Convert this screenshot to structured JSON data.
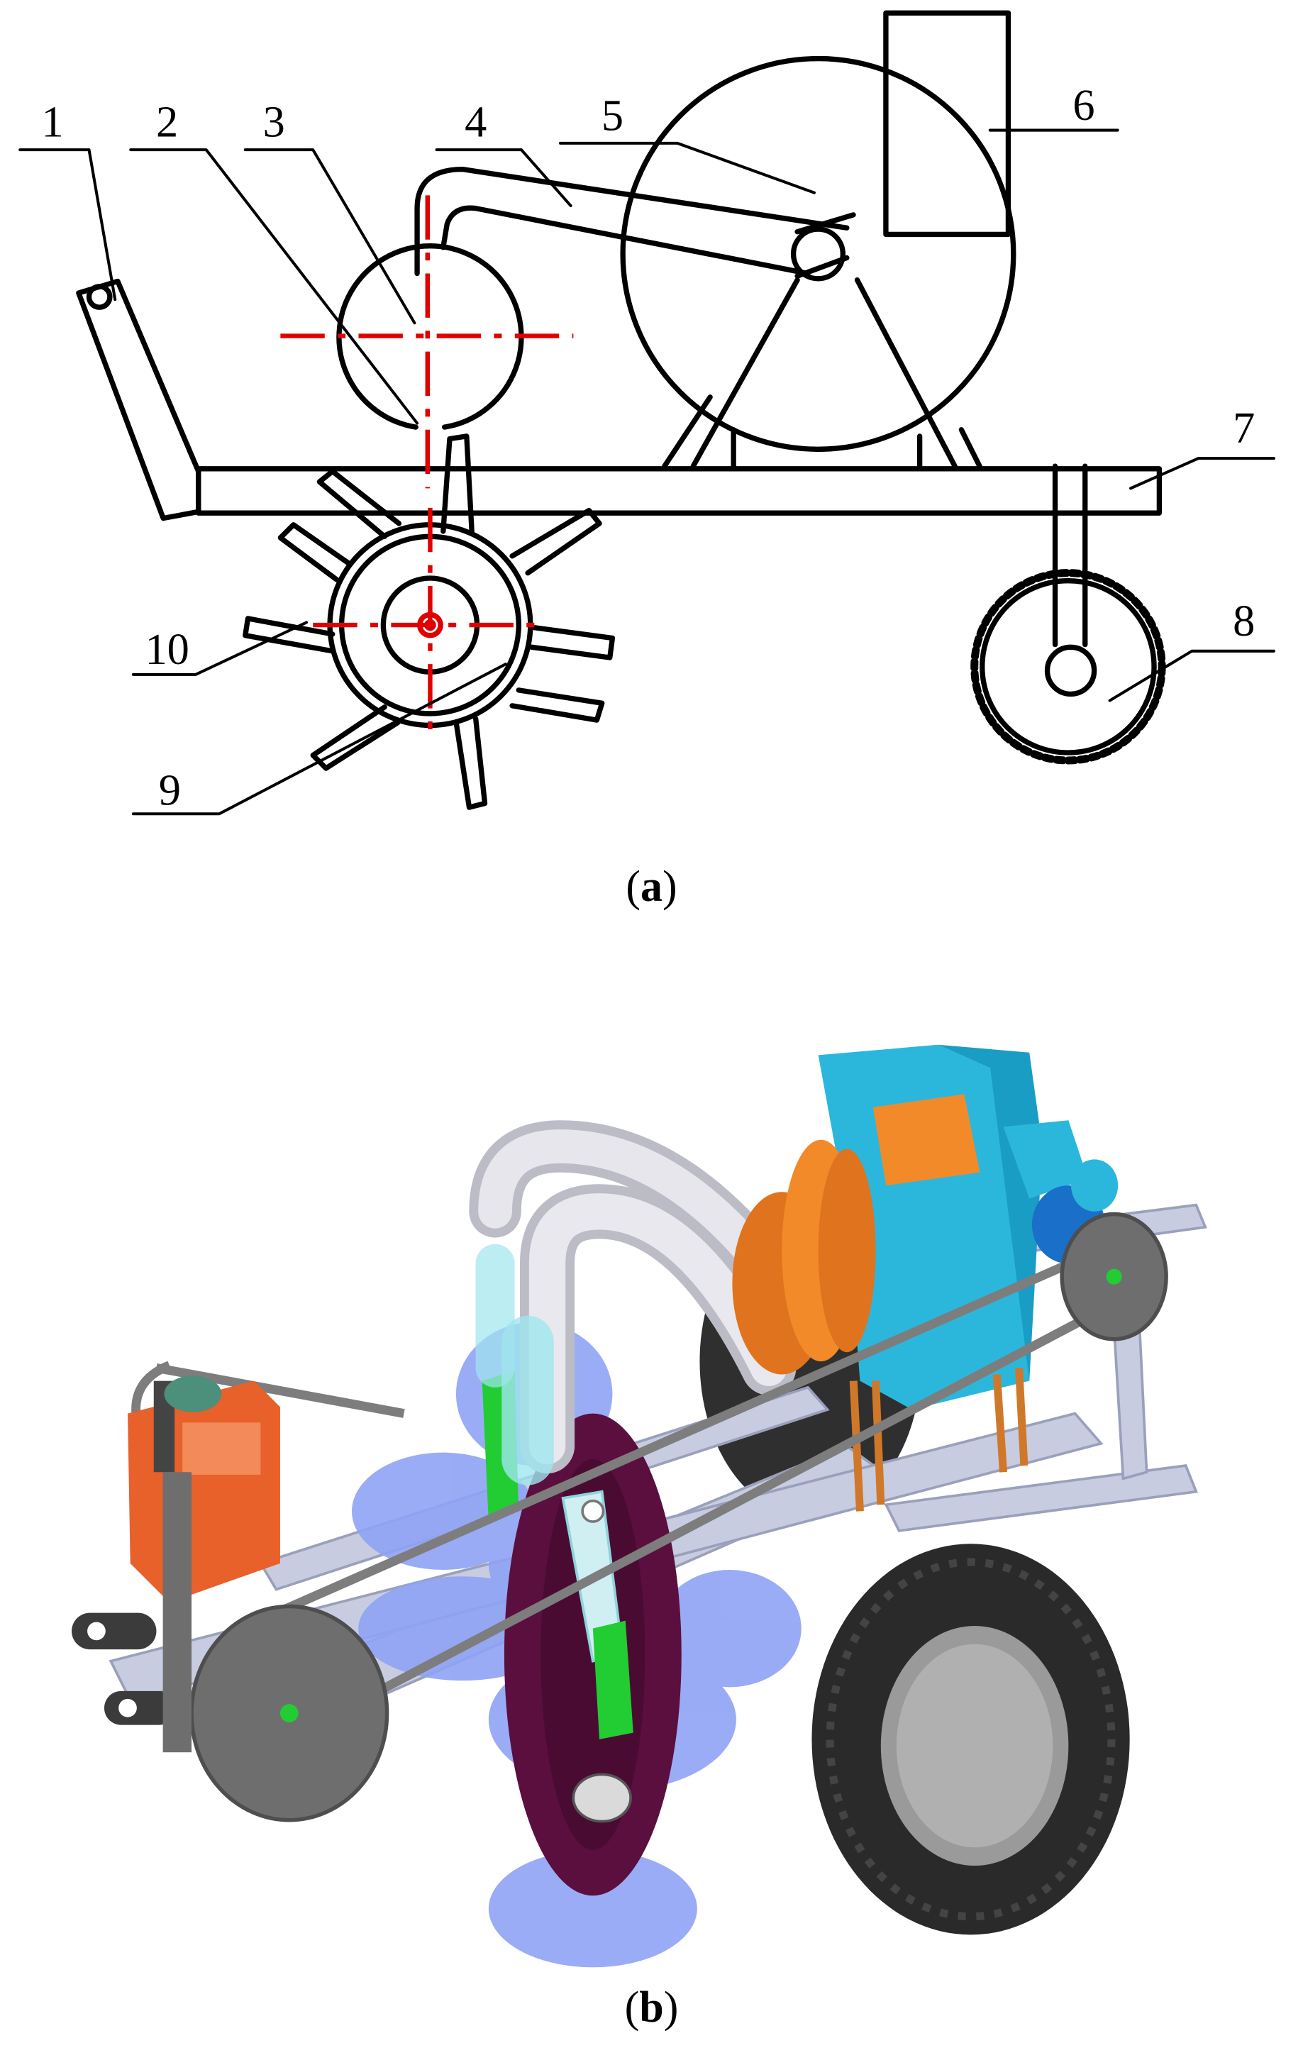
{
  "panels": [
    {
      "id": "a",
      "caption": "(a)",
      "letter": "a"
    },
    {
      "id": "b",
      "caption": "(b)",
      "letter": "b"
    }
  ],
  "callouts": [
    "1",
    "2",
    "3",
    "4",
    "5",
    "6",
    "7",
    "8",
    "9",
    "10"
  ],
  "colors": {
    "line": "#000000",
    "centerline": "#e00000",
    "frame": "#c8cce0",
    "blower": "#2bb7dc",
    "pulley_orange": "#f28a2a",
    "duct": "#d4d4dc",
    "tine_blue": "#8fa3f5",
    "rotor_dark": "#5a0f3e",
    "tire": "#2a2a2a",
    "rim": "#9a9a9a",
    "gearbox": "#e8602a",
    "pulley": "#6e6e6e",
    "green": "#22cc33",
    "arm_cyan": "#9fe6ee"
  }
}
